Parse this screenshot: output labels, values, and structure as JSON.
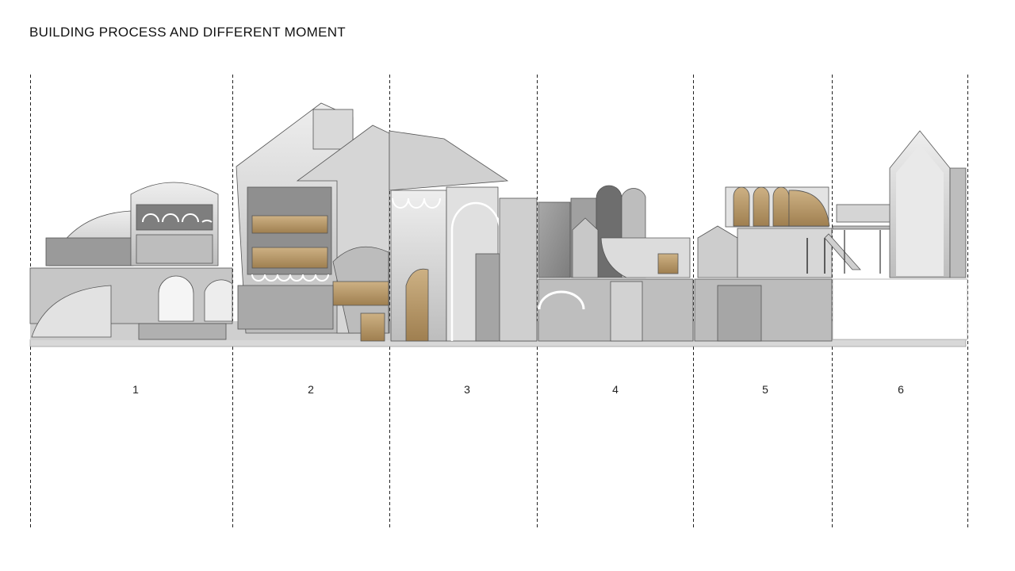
{
  "title": "BUILDING PROCESS AND DIFFERENT MOMENT",
  "stages": [
    {
      "label": "1"
    },
    {
      "label": "2"
    },
    {
      "label": "3"
    },
    {
      "label": "4"
    },
    {
      "label": "5"
    },
    {
      "label": "6"
    }
  ],
  "colors": {
    "concrete_light": "#e4e4e4",
    "concrete_mid": "#c9c9c9",
    "concrete_dark": "#9d9d9d",
    "wood": "#b99a6a",
    "line": "#1a1a1a"
  }
}
